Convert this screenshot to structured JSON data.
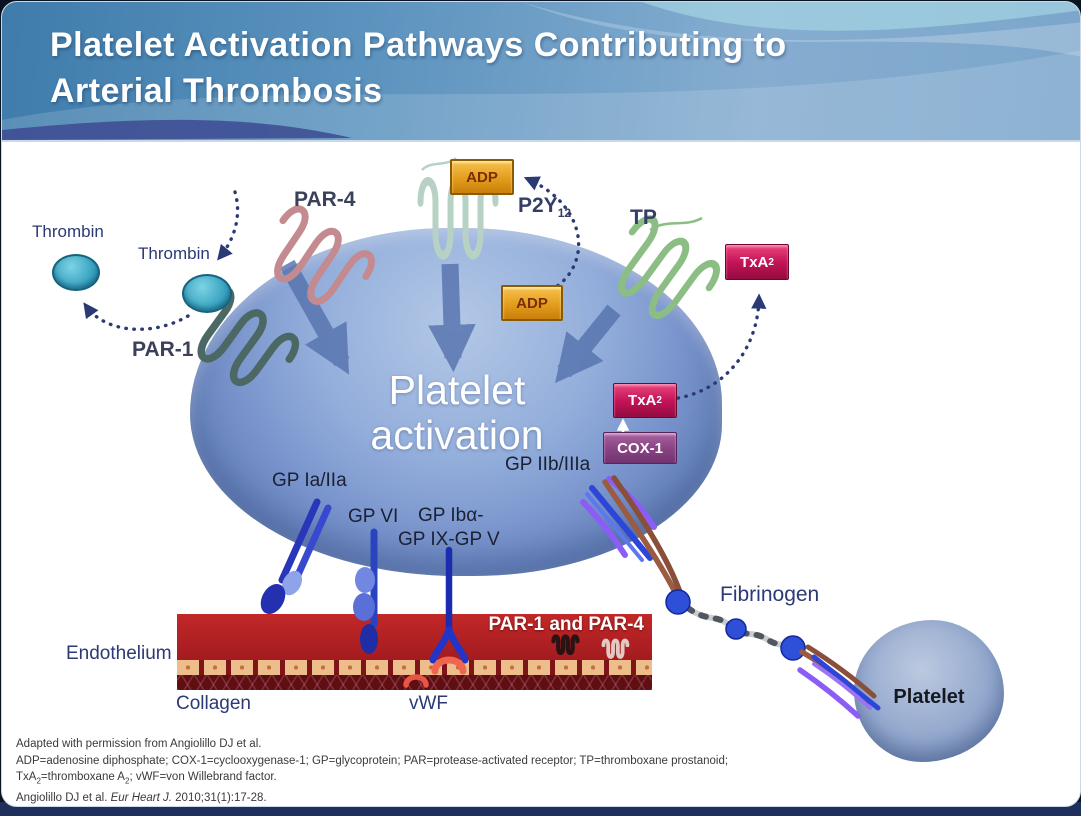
{
  "slide": {
    "title_line1": "Platelet Activation Pathways Contributing to",
    "title_line2": "Arterial Thrombosis"
  },
  "labels": {
    "thrombin_left": "Thrombin",
    "thrombin_right": "Thrombin",
    "par4": "PAR-4",
    "par1": "PAR-1",
    "adp_top": "ADP",
    "adp_bottom": "ADP",
    "p2y12": {
      "main": "P2Y",
      "sub": "12"
    },
    "tp": "TP",
    "txa2_top": {
      "main": "TxA",
      "sub": "2"
    },
    "txa2_inner": {
      "main": "TxA",
      "sub": "2"
    },
    "cox1": "COX-1",
    "platelet_activation_line1": "Platelet",
    "platelet_activation_line2": "activation",
    "gp_ia_iia": "GP Ia/IIa",
    "gp_vi": "GP VI",
    "gp_iba_line1": "GP Ibα-",
    "gp_iba_line2": "GP IX-GP V",
    "gp_iib_iiia": "GP IIb/IIIa",
    "par1_and_par4": "PAR-1 and PAR-4",
    "endothelium": "Endothelium",
    "collagen": "Collagen",
    "vwf": "vWF",
    "fibrinogen": "Fibrinogen",
    "platelet_small": "Platelet"
  },
  "footer": {
    "line1": "Adapted with permission from Angiolillo DJ et al.",
    "line2": "ADP=adenosine diphosphate; COX-1=cyclooxygenase-1; GP=glycoprotein; PAR=protease-activated receptor; TP=thromboxane prostanoid;",
    "line3": {
      "p1": "TxA",
      "s1": "2",
      "p2": "=thromboxane A",
      "s2": "2",
      "p3": "; vWF=von Willebrand factor."
    },
    "line4": {
      "p1": "Angiolillo DJ et al. ",
      "italic": "Eur Heart J.",
      "p2": " 2010;31(1):17-28."
    }
  },
  "colors": {
    "header_blue": "#5d94bf",
    "cell_blue": "#7792cb",
    "big_arrow": "#5673ae",
    "dotted_arrow": "#2b3a75",
    "adp_box": "#e39d1d",
    "txa2_box": "#c4145a",
    "cox1_box": "#8e4687",
    "thrombin_teal": "#3aa4c2",
    "par1_receptor": "#4c6865",
    "par4_receptor": "#c38b90",
    "p2y12_receptor": "#b7d2c4",
    "tp_receptor": "#8cbd85",
    "endothelium_red": "#b01f24",
    "gp_rod_blue": "#2a36b8",
    "fibrinogen_brown": "#9a5b42",
    "fibrinogen_purple": "#8b5cf6"
  }
}
